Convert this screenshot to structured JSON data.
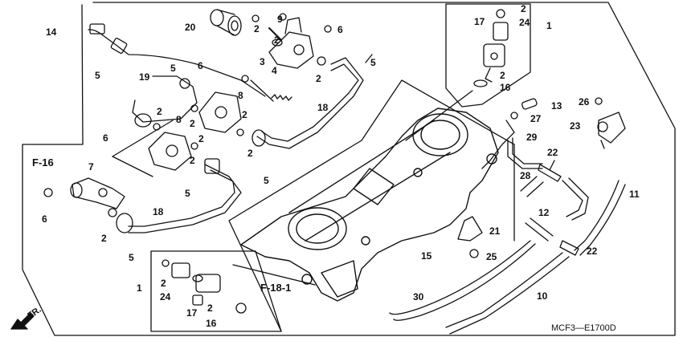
{
  "callouts": {
    "c1_top": "1",
    "c1_bottom": "1",
    "c2_a": "2",
    "c2_b": "2",
    "c2_c": "2",
    "c2_d": "2",
    "c2_e": "2",
    "c2_f": "2",
    "c2_g": "2",
    "c2_h": "2",
    "c2_i": "2",
    "c2_j": "2",
    "c2_k": "2",
    "c2_l": "2",
    "c2_m": "2",
    "c3": "3",
    "c4": "4",
    "c5_a": "5",
    "c5_b": "5",
    "c5_c": "5",
    "c5_d": "5",
    "c5_e": "5",
    "c5_f": "5",
    "c6_a": "6",
    "c6_b": "6",
    "c6_c": "6",
    "c6_d": "6",
    "c7": "7",
    "c8_a": "8",
    "c8_b": "8",
    "c9": "9",
    "c10": "10",
    "c11": "11",
    "c12": "12",
    "c13": "13",
    "c14": "14",
    "c15": "15",
    "c16_a": "16",
    "c16_b": "16",
    "c17_a": "17",
    "c17_b": "17",
    "c18_a": "18",
    "c18_b": "18",
    "c19": "19",
    "c20": "20",
    "c21": "21",
    "c22_a": "22",
    "c22_b": "22",
    "c23": "23",
    "c24_a": "24",
    "c24_b": "24",
    "c25": "25",
    "c26": "26",
    "c27": "27",
    "c28": "28",
    "c29": "29",
    "c30": "30"
  },
  "refs": {
    "f16": "F-16",
    "f18": "F-18-1"
  },
  "direction": "FR.",
  "diagram_code": "MCF3—E1700D"
}
